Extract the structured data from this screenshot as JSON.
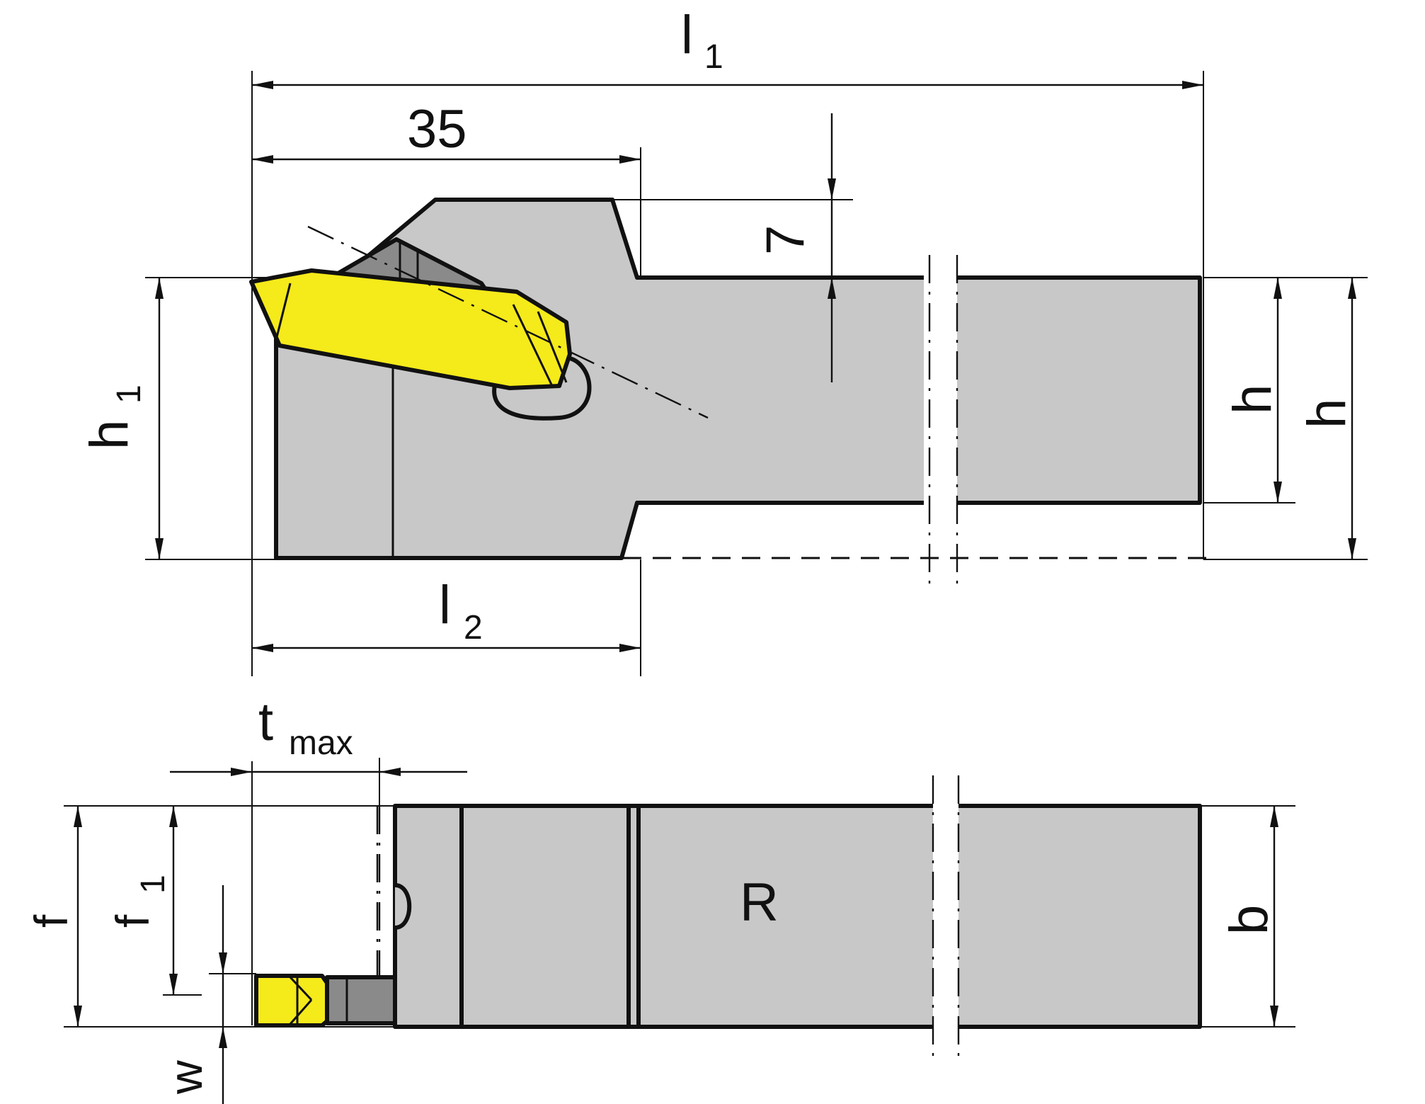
{
  "labels": {
    "l1": "l",
    "l1_sub": "1",
    "l2": "l",
    "l2_sub": "2",
    "d35": "35",
    "d7": "7",
    "h1": "h",
    "h1_sub": "1",
    "h_inner": "h",
    "h_outer": "h",
    "tmax": "t",
    "tmax_sub": "max",
    "f": "f",
    "f1": "f",
    "f1_sub": "1",
    "w": "w",
    "b": "b",
    "hand": "R"
  },
  "colors": {
    "body": "#c8c8c8",
    "insert": "#f5ea1a",
    "clamp": "#8a8a8a",
    "line": "#111111"
  }
}
